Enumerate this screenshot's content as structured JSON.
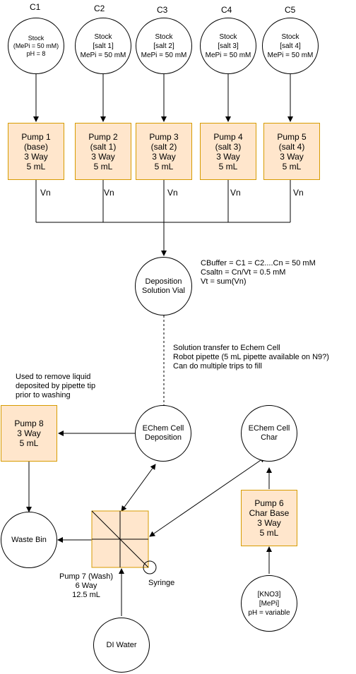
{
  "stocks": {
    "c1": {
      "header": "C1",
      "text": "Stock\n(MePi = 50 mM)\npH = 8"
    },
    "c2": {
      "header": "C2",
      "text": "Stock\n[salt 1]\nMePi = 50 mM"
    },
    "c3": {
      "header": "C3",
      "text": "Stock\n[salt 2]\nMePi = 50 mM"
    },
    "c4": {
      "header": "C4",
      "text": "Stock\n[salt 3]\nMePi = 50 mM"
    },
    "c5": {
      "header": "C5",
      "text": "Stock\n[salt 4]\nMePi = 50 mM"
    }
  },
  "pumps": {
    "p1": "Pump 1\n(base)\n3 Way\n5 mL",
    "p2": "Pump 2\n(salt 1)\n3 Way\n5 mL",
    "p3": "Pump 3\n(salt 2)\n3 Way\n5 mL",
    "p4": "Pump 4\n(salt 3)\n3 Way\n5 mL",
    "p5": "Pump 5\n(salt 4)\n3 Way\n5 mL",
    "p6": "Pump 6\nChar Base\n3 Way\n5 mL",
    "p8": "Pump 8\n3 Way\n5 mL"
  },
  "vn_label": "Vn",
  "vial": "Deposition\nSolution Vial",
  "formula": "CBuffer = C1 = C2....Cn = 50 mM\nCsaltn = Cn/Vt = 0.5 mM\nVt = sum(Vn)",
  "transfer_note": "Solution transfer to Echem Cell\nRobot pipette (5 mL pipette available on N9?)\nCan do multiple trips to fill",
  "pipette_note": "Used to remove liquid\ndeposited by pipette tip\nprior to washing",
  "echem_dep": "EChem Cell\nDeposition",
  "echem_char": "EChem Cell\nChar",
  "waste": "Waste Bin",
  "pump7": "Pump 7 (Wash)\n6 Way\n12.5 mL",
  "syringe": "Syringe",
  "di_water": "DI Water",
  "kno3": "[KNO3]\n[MePi]\npH = variable"
}
